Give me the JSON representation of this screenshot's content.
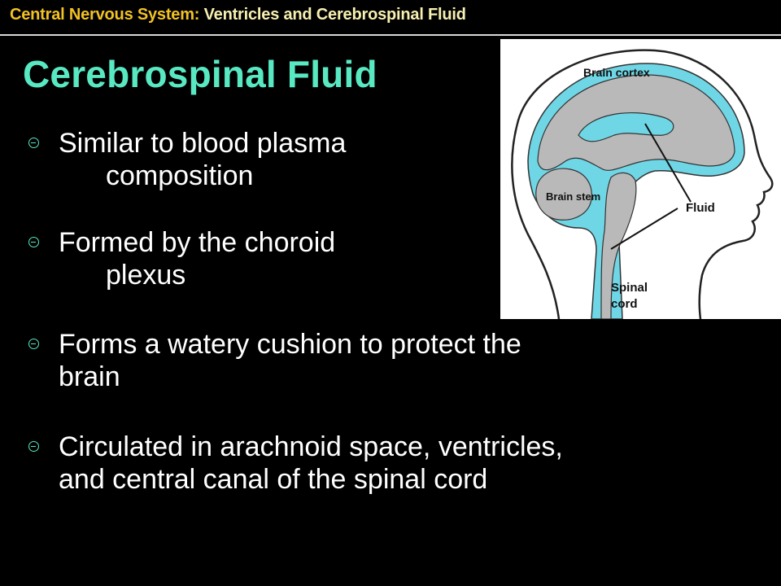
{
  "header": {
    "section": "Central Nervous System:",
    "topic": " Ventricles and Cerebrospinal Fluid"
  },
  "title": "Cerebrospinal Fluid",
  "bullets": [
    {
      "line1": "Similar to blood plasma",
      "line2": "composition"
    },
    {
      "line1": "Formed by the choroid",
      "line2": "plexus"
    },
    {
      "line1": "Forms a watery cushion to protect the",
      "line2": "brain"
    },
    {
      "line1": "Circulated in arachnoid space, ventricles,",
      "line2": "and central canal of the spinal cord"
    }
  ],
  "figure": {
    "labels": {
      "brain_cortex": "Brain cortex",
      "brain_stem": "Brain stem",
      "fluid": "Fluid",
      "spinal_1": "Spinal",
      "spinal_2": "cord"
    }
  },
  "colors": {
    "header_section": "#f2c224",
    "header_topic": "#f7f0b0",
    "title": "#58e8c2",
    "fluid": "#6fd6e6",
    "tissue": "#b9b9b9"
  }
}
